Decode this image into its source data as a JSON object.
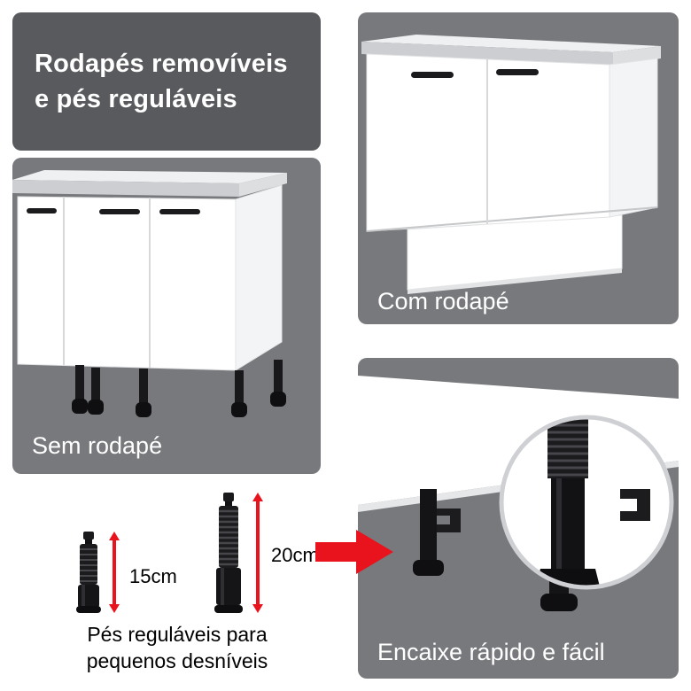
{
  "title": {
    "line1": "Rodapés removíveis",
    "line2": "e pés reguláveis"
  },
  "panels": {
    "sem_rodape": {
      "label": "Sem rodapé"
    },
    "com_rodape": {
      "label": "Com rodapé"
    },
    "encaixe": {
      "label": "Encaixe rápido e fácil"
    }
  },
  "feet": {
    "small_height": "15cm",
    "large_height": "20cm",
    "caption_line1": "Pés reguláveis para",
    "caption_line2": "pequenos desníveis"
  },
  "colors": {
    "title_background": "#595a5d",
    "panel_background": "#78797c",
    "accent_red": "#e8131c",
    "cabinet_white": "#ffffff",
    "countertop_gray": "#cdced1",
    "foot_black": "#141417",
    "label_text": "#ffffff",
    "body_text": "#000000"
  }
}
